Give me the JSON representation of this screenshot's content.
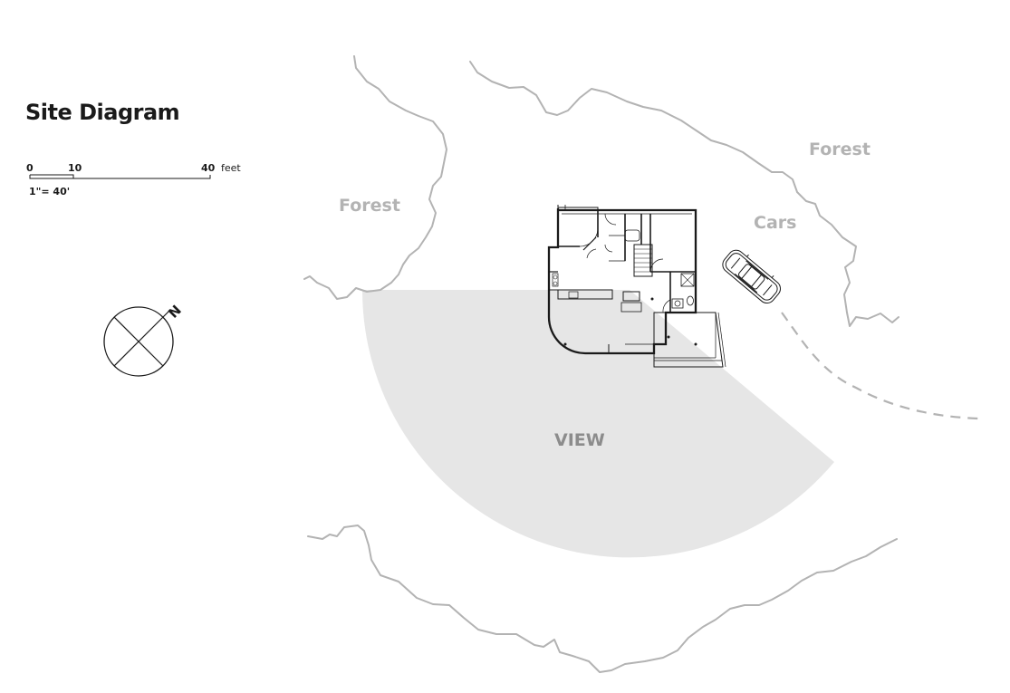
{
  "title": "Site Diagram",
  "scale": {
    "ticks": [
      "0",
      "10",
      "40"
    ],
    "unit": "feet",
    "ratio": "1\"= 40'"
  },
  "compass": {
    "north_label": "N"
  },
  "labels": {
    "forest_left": "Forest",
    "forest_right": "Forest",
    "cars": "Cars",
    "view": "VIEW"
  },
  "colors": {
    "text": "#1a1a1a",
    "tree_line": "#b3b3b3",
    "label": "#b3b3b3",
    "view_fill": "#e6e6e6",
    "view_text": "#8c8c8c",
    "plan": "#1a1a1a"
  },
  "icons": [
    "compass-icon",
    "car-icon"
  ]
}
